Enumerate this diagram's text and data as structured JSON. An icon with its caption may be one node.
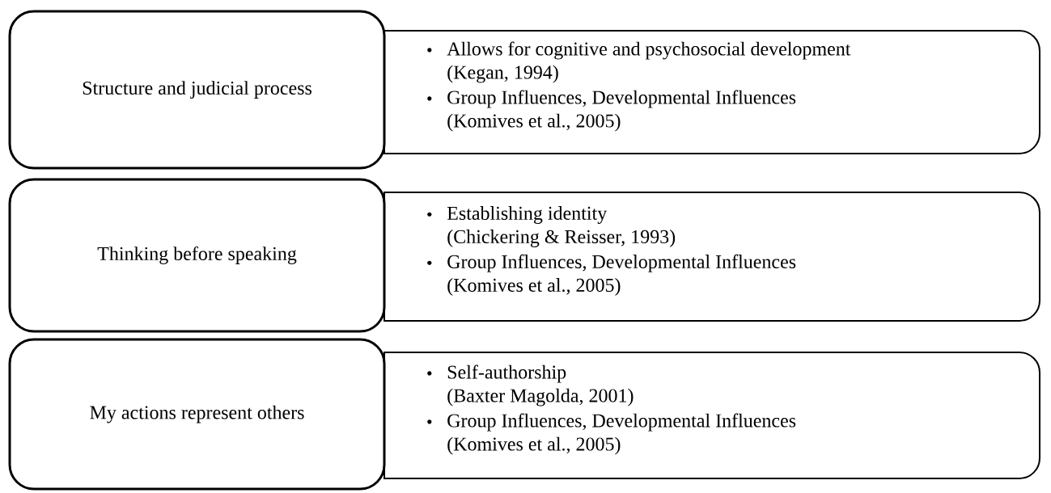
{
  "diagram": {
    "nodes": [
      {
        "text": [
          "Structure and judicial process"
        ]
      },
      {
        "text": [
          "Allows for cognitive and psychosocial development (Kegan, 1994)",
          "Group Influences, Developmental Influences (Komives et al., 2005)"
        ]
      },
      {
        "text": [
          "Thinking before speaking"
        ]
      },
      {
        "text": [
          "Establishing identity (Chickering & Reisser, 1993)",
          "Group Influences, Developmental Influences (Komives et al., 2005)"
        ]
      },
      {
        "text": [
          "My actions represent others"
        ]
      },
      {
        "text": [
          "Self-authorship (Baxter Magolda, 2001)",
          "Group Influences, Developmental Influences (Komives et al., 2005)"
        ]
      }
    ]
  }
}
